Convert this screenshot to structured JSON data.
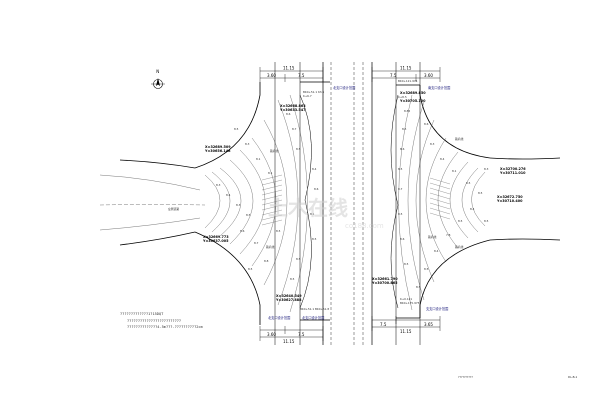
{
  "drawing": {
    "north_label": "N",
    "sheet_number": "DL-B-1",
    "bottom_caption": "??????????",
    "watermark": "土木在线",
    "watermark_sub": "co188.com"
  },
  "notes": {
    "line1": "?????????????1?15DQT",
    "line2": "?????????????????????????",
    "line3": "??????????????4.5m???.??????????2cm"
  },
  "left_intersection": {
    "top_dims": [
      "11.15",
      "3.60",
      "7.5"
    ],
    "bottom_dims": [
      "3.60",
      "7.5",
      "11.15"
    ],
    "top_labels": [
      "北支口设计范围",
      "BK0+51.1  63.5",
      "K+6.7"
    ],
    "bottom_labels": [
      "北支口设计范围",
      "北支口设计范围",
      "BK0+51.1  BK0+51.8"
    ],
    "coords": [
      {
        "x": "X=32668.863",
        "y": "Y=30633.547"
      },
      {
        "x": "X=32689.509",
        "y": "Y=30656.148"
      },
      {
        "x": "X=32669.773",
        "y": "Y=30637.005"
      },
      {
        "x": "X=32640.549",
        "y": "Y=30627.888"
      }
    ],
    "side_label": "左侧道路",
    "corner_labels": [
      "路肩线",
      "路肩线"
    ],
    "elevations": [
      "8.5",
      "8.3",
      "8.1",
      "8.6",
      "8.7",
      "8.5",
      "8.4",
      "8.6",
      "8.1",
      "8.5",
      "8.5",
      "8.5",
      "8.3",
      "8.4",
      "8.3",
      "8.5",
      "8.6",
      "8.7",
      "8.8",
      "8.5",
      "8.1",
      "8.5"
    ]
  },
  "right_intersection": {
    "top_dims": [
      "11.15",
      "7.5",
      "3.60"
    ],
    "bottom_dims": [
      "7.5",
      "3.65",
      "11.15"
    ],
    "top_labels": [
      "南支口设计范围",
      "BK0+121.975",
      "K+8.5"
    ],
    "bottom_labels": [
      "支支口设计范围",
      "K+0.121",
      "BK0+175.975"
    ],
    "coords": [
      {
        "x": "X=32689.850",
        "y": "Y=30705.100"
      },
      {
        "x": "X=32700.276",
        "y": "Y=30711.010"
      },
      {
        "x": "X=32672.750",
        "y": "Y=30710.400"
      },
      {
        "x": "X=32661.790",
        "y": "Y=30700.865"
      }
    ],
    "corner_labels": [
      "路肩线",
      "路肩线",
      "路肩线"
    ],
    "elevations": [
      "8.85",
      "8.5",
      "8.6",
      "8.5",
      "8.7",
      "8.5",
      "8.6",
      "8.5",
      "8.6",
      "8.3",
      "8.4",
      "8.1",
      "8.5",
      "8.5",
      "8.4",
      "8.5",
      "7.8",
      "8.4",
      "8.5",
      "8.5",
      "8.3",
      "8.5"
    ]
  },
  "colors": {
    "line": "#000000",
    "contour": "#444444",
    "annotation": "#1a1a7a",
    "watermark": "#cfcfcf"
  }
}
